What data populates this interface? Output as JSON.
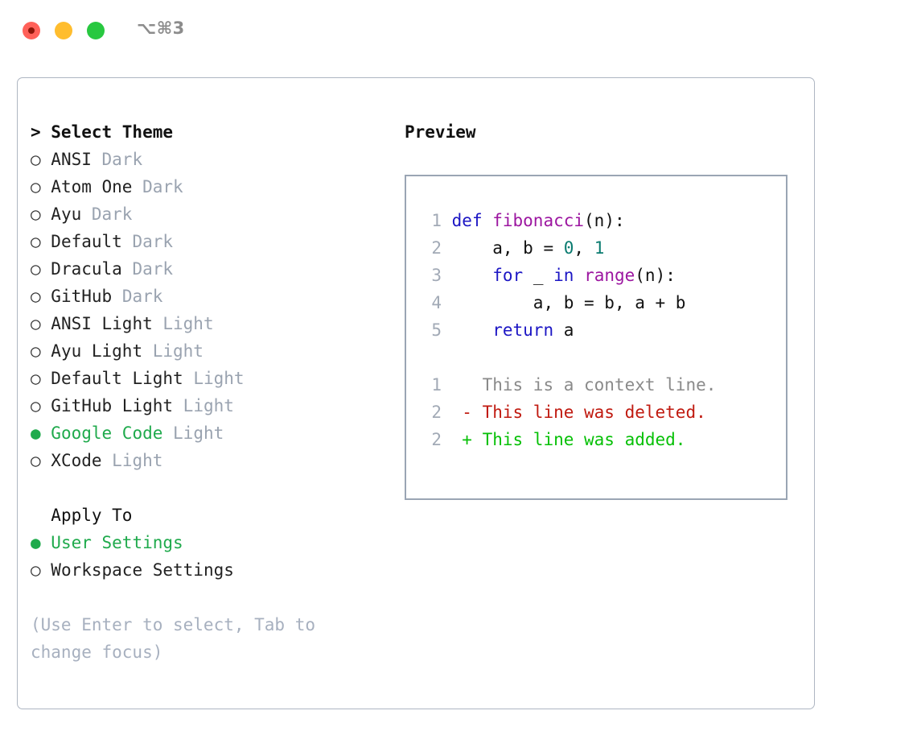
{
  "titlebar": {
    "shortcut": "⌥⌘3",
    "dots": [
      {
        "name": "close",
        "color": "#ff6159"
      },
      {
        "name": "minimize",
        "color": "#ffbd2e"
      },
      {
        "name": "zoom",
        "color": "#28c840"
      }
    ]
  },
  "theme_picker": {
    "header": "> Select Theme",
    "bullet_unselected": "○",
    "bullet_selected": "●",
    "options": [
      {
        "name": "ANSI",
        "tag": "Dark",
        "selected": false
      },
      {
        "name": "Atom One",
        "tag": "Dark",
        "selected": false
      },
      {
        "name": "Ayu",
        "tag": "Dark",
        "selected": false
      },
      {
        "name": "Default",
        "tag": "Dark",
        "selected": false
      },
      {
        "name": "Dracula",
        "tag": "Dark",
        "selected": false
      },
      {
        "name": "GitHub",
        "tag": "Dark",
        "selected": false
      },
      {
        "name": "ANSI Light",
        "tag": "Light",
        "selected": false
      },
      {
        "name": "Ayu Light",
        "tag": "Light",
        "selected": false
      },
      {
        "name": "Default Light",
        "tag": "Light",
        "selected": false
      },
      {
        "name": "GitHub Light",
        "tag": "Light",
        "selected": false
      },
      {
        "name": "Google Code",
        "tag": "Light",
        "selected": true
      },
      {
        "name": "XCode",
        "tag": "Light",
        "selected": false
      }
    ]
  },
  "apply_to": {
    "header": "Apply To",
    "options": [
      {
        "name": "User Settings",
        "selected": true
      },
      {
        "name": "Workspace Settings",
        "selected": false
      }
    ]
  },
  "hint": "(Use Enter to select, Tab to change focus)",
  "preview": {
    "title": "Preview",
    "code_lines": [
      {
        "num": "1",
        "tokens": [
          {
            "t": "def ",
            "c": "kw"
          },
          {
            "t": "fibonacci",
            "c": "fn"
          },
          {
            "t": "(n):",
            "c": "txt"
          }
        ]
      },
      {
        "num": "2",
        "tokens": [
          {
            "t": "    a, b = ",
            "c": "txt"
          },
          {
            "t": "0",
            "c": "num"
          },
          {
            "t": ", ",
            "c": "txt"
          },
          {
            "t": "1",
            "c": "num"
          }
        ]
      },
      {
        "num": "3",
        "tokens": [
          {
            "t": "    ",
            "c": "txt"
          },
          {
            "t": "for",
            "c": "kw"
          },
          {
            "t": " _ ",
            "c": "txt"
          },
          {
            "t": "in",
            "c": "kw"
          },
          {
            "t": " ",
            "c": "txt"
          },
          {
            "t": "range",
            "c": "fn"
          },
          {
            "t": "(n):",
            "c": "txt"
          }
        ]
      },
      {
        "num": "4",
        "tokens": [
          {
            "t": "        a, b = b, a + b",
            "c": "txt"
          }
        ]
      },
      {
        "num": "5",
        "tokens": [
          {
            "t": "    ",
            "c": "txt"
          },
          {
            "t": "return",
            "c": "kw"
          },
          {
            "t": " a",
            "c": "txt"
          }
        ]
      }
    ],
    "diff_lines": [
      {
        "num": "1",
        "marker": "  ",
        "text": "This is a context line.",
        "kind": "ctx"
      },
      {
        "num": "2",
        "marker": "- ",
        "text": "This line was deleted.",
        "kind": "del"
      },
      {
        "num": "2",
        "marker": "+ ",
        "text": "This line was added.",
        "kind": "add"
      }
    ]
  },
  "colors": {
    "selected_green": "#1faa4c",
    "keyword_blue": "#1c16c4",
    "function_purple": "#9c16a0",
    "number_teal": "#0a7b70",
    "diff_deleted_red": "#c01a10",
    "diff_added_green": "#06c006",
    "muted_gray": "#9aa3b0",
    "hint_gray": "#a7b0bf",
    "border": "#9aa5b4"
  }
}
